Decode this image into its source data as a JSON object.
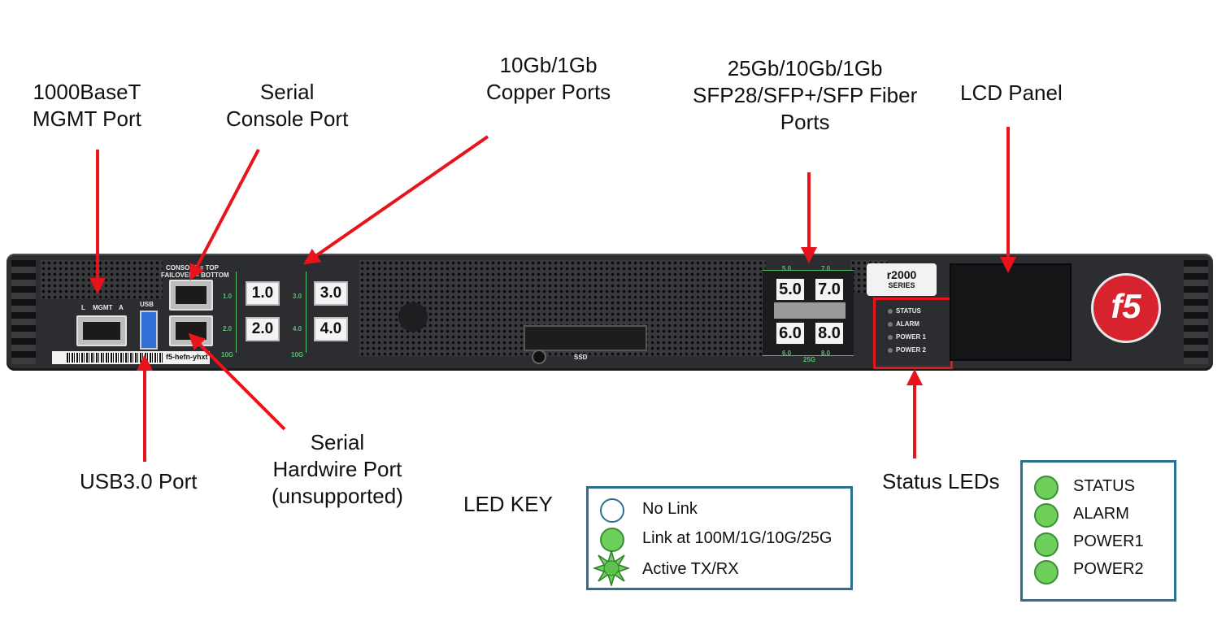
{
  "callouts": {
    "mgmt": [
      "1000BaseT",
      "MGMT Port"
    ],
    "console": [
      "Serial",
      "Console Port"
    ],
    "copper": [
      "10Gb/1Gb",
      "Copper Ports"
    ],
    "sfp": [
      "25Gb/10Gb/1Gb",
      "SFP28/SFP+/SFP Fiber",
      "Ports"
    ],
    "lcd": "LCD Panel",
    "usb": "USB3.0 Port",
    "hardwire": [
      "Serial",
      "Hardwire Port",
      "(unsupported)"
    ],
    "led_key_title": "LED KEY",
    "status_leds": "Status LEDs"
  },
  "device": {
    "model": "r2000",
    "series": "SERIES",
    "brand": "f5",
    "hostname_tag": "f5-hefn-yhxt",
    "mgmt_label": "MGMT",
    "mgmt_l": "L",
    "mgmt_a": "A",
    "usb_label": "USB",
    "console_note_1": "CONSOLE = TOP",
    "console_note_2": "FAILOVER = BOTTOM",
    "copper_ports": [
      "1.0",
      "2.0",
      "3.0",
      "4.0"
    ],
    "copper_side_labels": [
      "1.0",
      "2.0",
      "3.0",
      "4.0"
    ],
    "copper_speed": "10G",
    "sfp_ports": [
      "5.0",
      "7.0",
      "6.0",
      "8.0"
    ],
    "sfp_top_labels": [
      "5.0",
      "7.0"
    ],
    "sfp_bottom_labels": [
      "6.0",
      "8.0"
    ],
    "sfp_speed": "25G",
    "ssd_label": "SSD",
    "led_labels": [
      "STATUS",
      "ALARM",
      "POWER 1",
      "POWER 2"
    ]
  },
  "led_key": [
    {
      "icon": "empty-circle-icon",
      "label": "No Link"
    },
    {
      "icon": "green-circle-icon",
      "label": "Link at 100M/1G/10G/25G"
    },
    {
      "icon": "green-starburst-icon",
      "label": "Active TX/RX"
    }
  ],
  "status_legend": [
    "STATUS",
    "ALARM",
    "POWER1",
    "POWER2"
  ],
  "colors": {
    "arrow": "#e8141b",
    "box_border": "#2c6f8f",
    "led_green": "#6ed05a",
    "highlight_box": "#e8141b"
  }
}
